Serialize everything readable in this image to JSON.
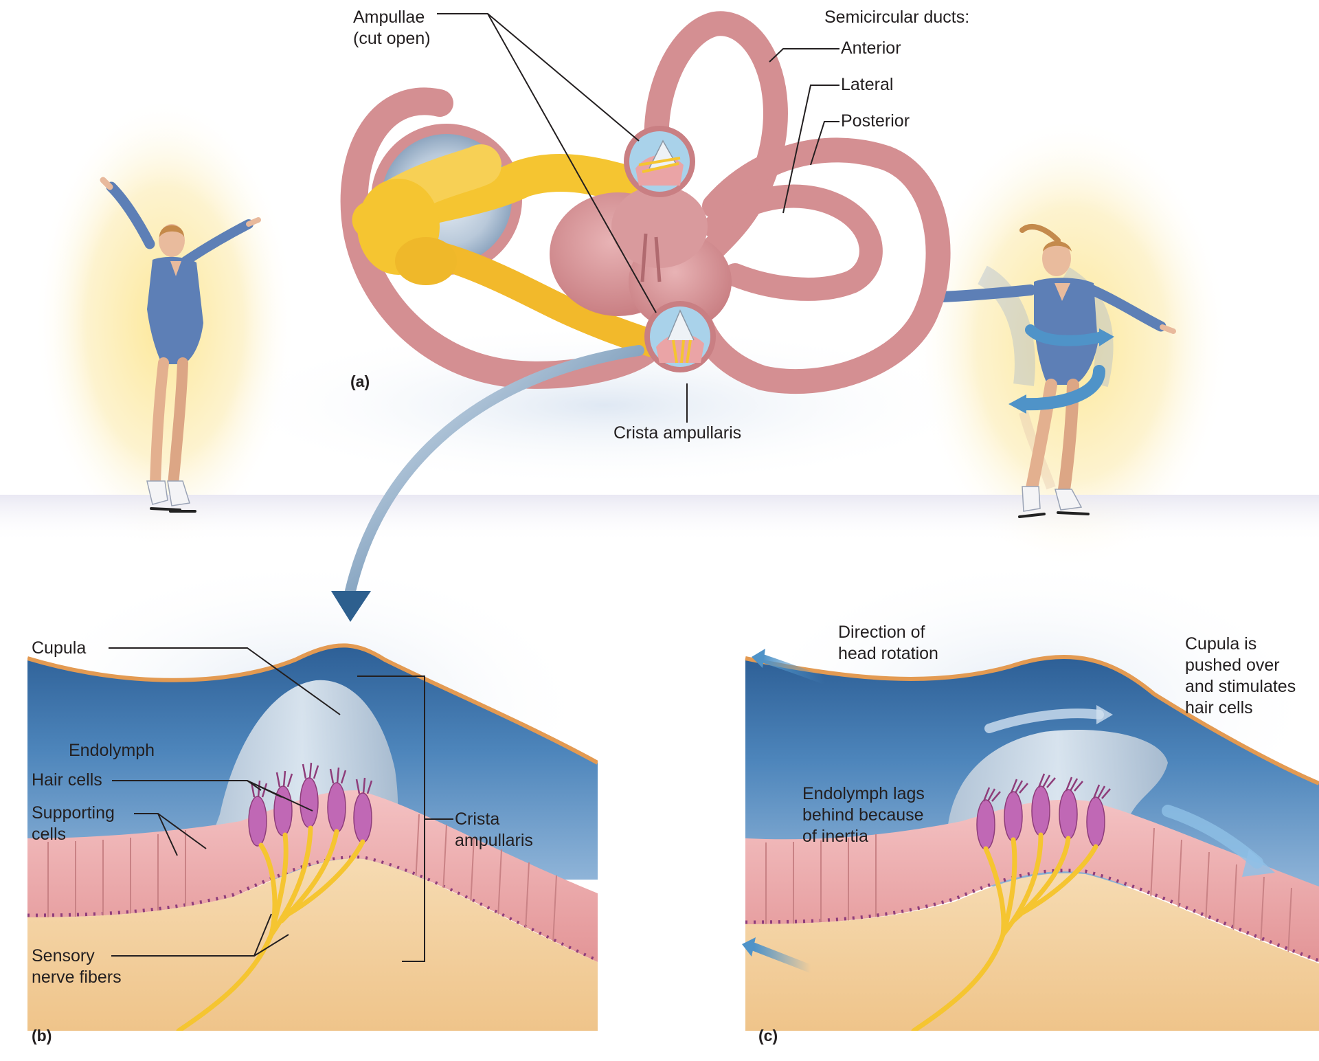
{
  "panel_a": {
    "panel_label": "(a)",
    "ampullae_label": "Ampullae\n(cut open)",
    "semicircular_ducts_heading": "Semicircular ducts:",
    "anterior_label": "Anterior",
    "lateral_label": "Lateral",
    "posterior_label": "Posterior",
    "crista_label": "Crista ampullaris"
  },
  "panel_b": {
    "panel_label": "(b)",
    "cupula_label": "Cupula",
    "endolymph_label": "Endolymph",
    "hair_cells_label": "Hair cells",
    "supporting_cells_label": "Supporting\ncells",
    "sensory_nerve_label": "Sensory\nnerve fibers",
    "crista_label": "Crista\nampullaris"
  },
  "panel_c": {
    "panel_label": "(c)",
    "direction_label": "Direction of\nhead rotation",
    "cupula_pushed_label": "Cupula is\npushed over\nand stimulates\nhair cells",
    "endolymph_lags_label": "Endolymph lags\nbehind because\nof inertia"
  },
  "colors": {
    "duct_pink": "#d48f92",
    "nerve_yellow": "#f5c531",
    "endolymph_blue": "#3b73a8",
    "epithelium_pink": "#eba7a8",
    "connective_tan": "#f3cf9c",
    "hair_cell_purple": "#c068b5",
    "leotard_blue": "#5d7fb6",
    "arrow_blue": "#4f93c8"
  }
}
